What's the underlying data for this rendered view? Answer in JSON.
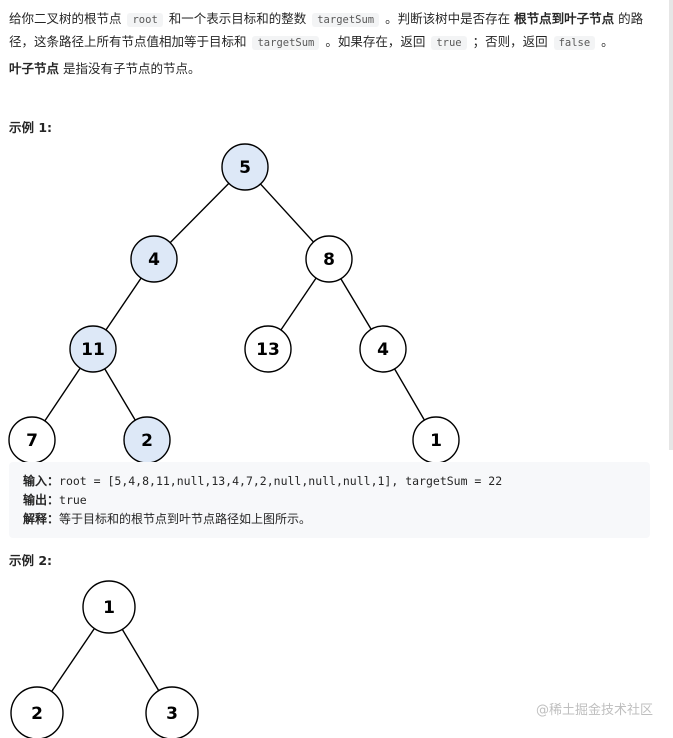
{
  "intro": {
    "t1": "给你二叉树的根节点 ",
    "c1": "root",
    "t2": " 和一个表示目标和的整数 ",
    "c2": "targetSum",
    "t3": " 。判断该树中是否存在 ",
    "b1": "根节点到叶子节点",
    "t4": " 的路径，这条路径上所有节点值相加等于目标和 ",
    "c3": "targetSum",
    "t5": " 。如果存在，返回 ",
    "c4": "true",
    "t6": " ；否则，返回 ",
    "c5": "false",
    "t7": " 。"
  },
  "leaf_note": {
    "bold": "叶子节点",
    "rest": " 是指没有子节点的节点。"
  },
  "example1": {
    "title": "示例 1:",
    "tree_nodes": [
      "5",
      "4",
      "8",
      "11",
      "13",
      "4",
      "7",
      "2",
      "1"
    ],
    "highlighted_path": [
      "5",
      "4",
      "11",
      "2"
    ],
    "input_label": "输入：",
    "input_value": "root = [5,4,8,11,null,13,4,7,2,null,null,null,1], targetSum = 22",
    "output_label": "输出：",
    "output_value": "true",
    "explain_label": "解释：",
    "explain_value": "等于目标和的根节点到叶节点路径如上图所示。"
  },
  "example2": {
    "title": "示例 2:",
    "tree_nodes": [
      "1",
      "2",
      "3"
    ]
  },
  "watermark": "@稀土掘金技术社区",
  "colors": {
    "highlight": "#dde8f7",
    "code_bg": "#f3f4f5",
    "box_bg": "#f7f8fa"
  }
}
